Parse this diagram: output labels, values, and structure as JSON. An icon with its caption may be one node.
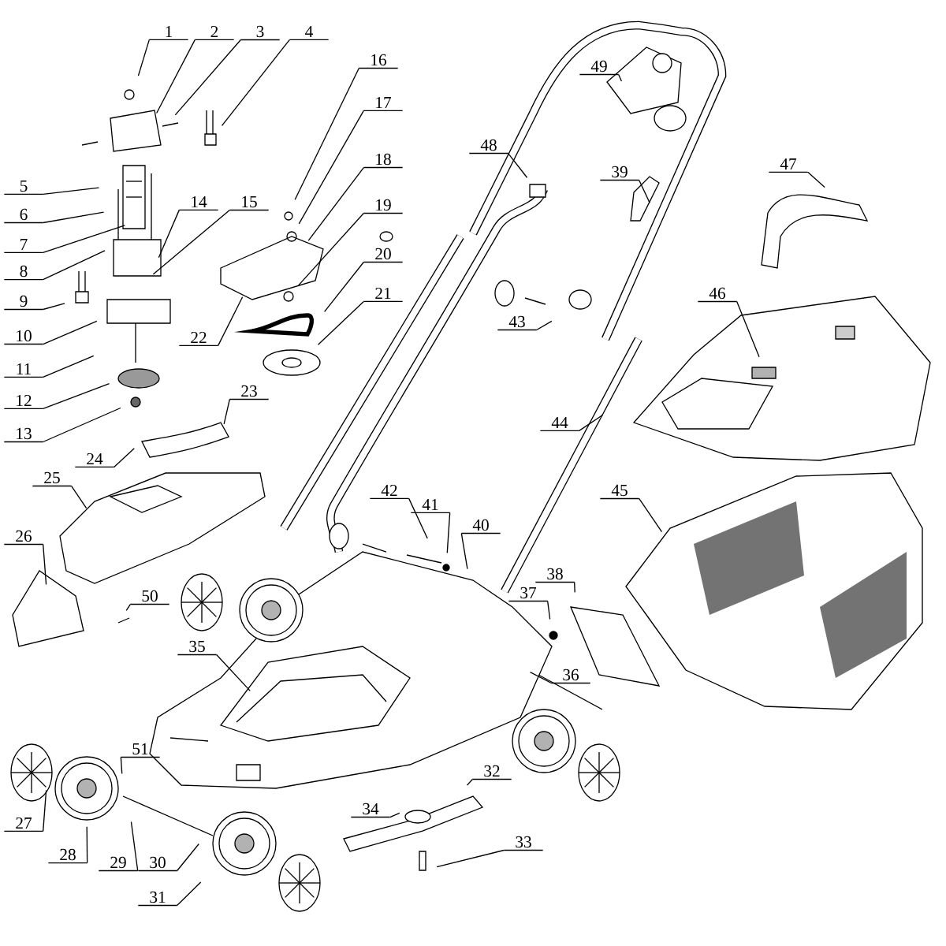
{
  "diagram": {
    "nodes": [
      {
        "text": [
          "1"
        ]
      },
      {
        "text": [
          "2"
        ]
      },
      {
        "text": [
          "3"
        ]
      },
      {
        "text": [
          "4"
        ]
      },
      {
        "text": [
          "5"
        ]
      },
      {
        "text": [
          "6"
        ]
      },
      {
        "text": [
          "7"
        ]
      },
      {
        "text": [
          "8"
        ]
      },
      {
        "text": [
          "9"
        ]
      },
      {
        "text": [
          "10"
        ]
      },
      {
        "text": [
          "11"
        ]
      },
      {
        "text": [
          "12"
        ]
      },
      {
        "text": [
          "13"
        ]
      },
      {
        "text": [
          "14"
        ]
      },
      {
        "text": [
          "15"
        ]
      },
      {
        "text": [
          "16"
        ]
      },
      {
        "text": [
          "17"
        ]
      },
      {
        "text": [
          "18"
        ]
      },
      {
        "text": [
          "19"
        ]
      },
      {
        "text": [
          "20"
        ]
      },
      {
        "text": [
          "21"
        ]
      },
      {
        "text": [
          "22"
        ]
      },
      {
        "text": [
          "23"
        ]
      },
      {
        "text": [
          "24"
        ]
      },
      {
        "text": [
          "25"
        ]
      },
      {
        "text": [
          "26"
        ]
      },
      {
        "text": [
          "27"
        ]
      },
      {
        "text": [
          "28"
        ]
      },
      {
        "text": [
          "29"
        ]
      },
      {
        "text": [
          "30"
        ]
      },
      {
        "text": [
          "31"
        ]
      },
      {
        "text": [
          "32"
        ]
      },
      {
        "text": [
          "33"
        ]
      },
      {
        "text": [
          "34"
        ]
      },
      {
        "text": [
          "35"
        ]
      },
      {
        "text": [
          "36"
        ]
      },
      {
        "text": [
          "37"
        ]
      },
      {
        "text": [
          "38"
        ]
      },
      {
        "text": [
          "39"
        ]
      },
      {
        "text": [
          "40"
        ]
      },
      {
        "text": [
          "41"
        ]
      },
      {
        "text": [
          "42"
        ]
      },
      {
        "text": [
          "43"
        ]
      },
      {
        "text": [
          "44"
        ]
      },
      {
        "text": [
          "45"
        ]
      },
      {
        "text": [
          "46"
        ]
      },
      {
        "text": [
          "47"
        ]
      },
      {
        "text": [
          "48"
        ]
      },
      {
        "text": [
          "49"
        ]
      },
      {
        "text": [
          "50"
        ]
      },
      {
        "text": [
          "51"
        ]
      }
    ],
    "edges": [
      {
        "from": 0,
        "to": null,
        "arrow": "none"
      },
      {
        "from": 1,
        "to": null,
        "arrow": "none"
      },
      {
        "from": 2,
        "to": null,
        "arrow": "none"
      },
      {
        "from": 3,
        "to": null,
        "arrow": "none"
      },
      {
        "from": 4,
        "to": null,
        "arrow": "none"
      },
      {
        "from": 5,
        "to": null,
        "arrow": "none"
      },
      {
        "from": 6,
        "to": null,
        "arrow": "none"
      },
      {
        "from": 7,
        "to": null,
        "arrow": "none"
      },
      {
        "from": 8,
        "to": null,
        "arrow": "none"
      },
      {
        "from": 9,
        "to": null,
        "arrow": "none"
      },
      {
        "from": 10,
        "to": null,
        "arrow": "none"
      },
      {
        "from": 11,
        "to": null,
        "arrow": "none"
      },
      {
        "from": 12,
        "to": null,
        "arrow": "none"
      },
      {
        "from": 13,
        "to": null,
        "arrow": "none"
      },
      {
        "from": 14,
        "to": null,
        "arrow": "none"
      },
      {
        "from": 15,
        "to": null,
        "arrow": "none"
      },
      {
        "from": 16,
        "to": null,
        "arrow": "none"
      },
      {
        "from": 17,
        "to": null,
        "arrow": "none"
      },
      {
        "from": 18,
        "to": null,
        "arrow": "none"
      },
      {
        "from": 19,
        "to": null,
        "arrow": "none"
      },
      {
        "from": 20,
        "to": null,
        "arrow": "none"
      },
      {
        "from": 21,
        "to": null,
        "arrow": "none"
      },
      {
        "from": 22,
        "to": null,
        "arrow": "none"
      },
      {
        "from": 23,
        "to": null,
        "arrow": "none"
      },
      {
        "from": 24,
        "to": null,
        "arrow": "none"
      },
      {
        "from": 25,
        "to": null,
        "arrow": "none"
      },
      {
        "from": 26,
        "to": null,
        "arrow": "none"
      },
      {
        "from": 27,
        "to": null,
        "arrow": "none"
      },
      {
        "from": 28,
        "to": null,
        "arrow": "none"
      },
      {
        "from": 29,
        "to": null,
        "arrow": "none"
      },
      {
        "from": 30,
        "to": null,
        "arrow": "none"
      },
      {
        "from": 31,
        "to": null,
        "arrow": "none"
      },
      {
        "from": 32,
        "to": null,
        "arrow": "none"
      },
      {
        "from": 33,
        "to": null,
        "arrow": "none"
      },
      {
        "from": 34,
        "to": null,
        "arrow": "none"
      },
      {
        "from": 35,
        "to": null,
        "arrow": "none"
      },
      {
        "from": 36,
        "to": null,
        "arrow": "none"
      },
      {
        "from": 37,
        "to": null,
        "arrow": "none"
      },
      {
        "from": 38,
        "to": null,
        "arrow": "none"
      },
      {
        "from": 39,
        "to": null,
        "arrow": "none"
      },
      {
        "from": 40,
        "to": null,
        "arrow": "none"
      },
      {
        "from": 41,
        "to": null,
        "arrow": "none"
      },
      {
        "from": 42,
        "to": null,
        "arrow": "none"
      },
      {
        "from": 43,
        "to": null,
        "arrow": "none"
      },
      {
        "from": 44,
        "to": null,
        "arrow": "none"
      },
      {
        "from": 45,
        "to": null,
        "arrow": "none"
      },
      {
        "from": 46,
        "to": null,
        "arrow": "none"
      },
      {
        "from": 47,
        "to": null,
        "arrow": "none"
      },
      {
        "from": 48,
        "to": null,
        "arrow": "none"
      },
      {
        "from": 49,
        "to": null,
        "arrow": "none"
      },
      {
        "from": 50,
        "to": null,
        "arrow": "none"
      }
    ]
  }
}
